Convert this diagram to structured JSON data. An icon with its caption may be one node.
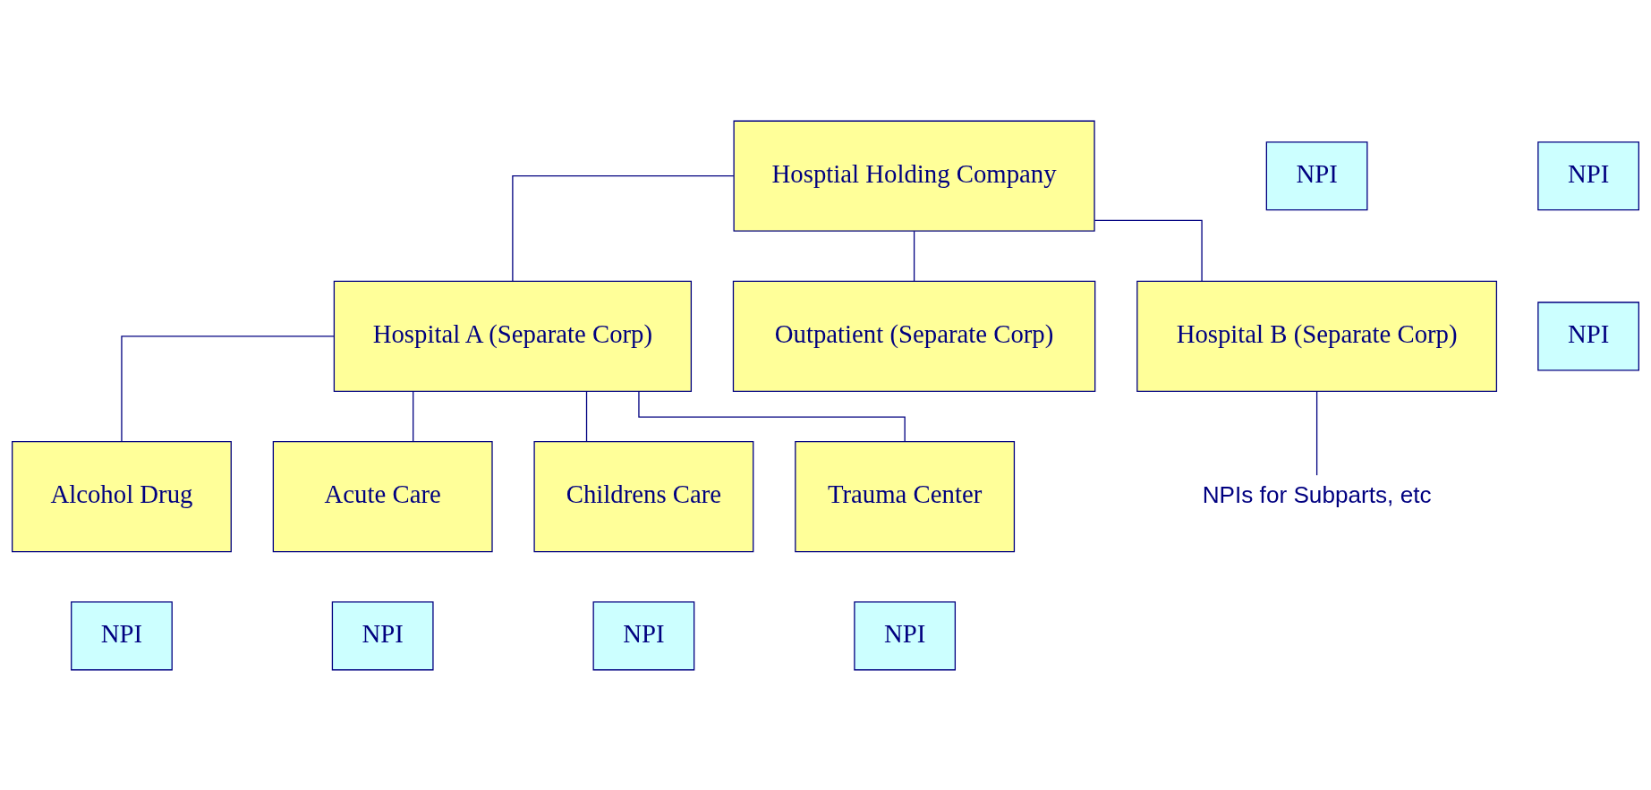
{
  "diagram": {
    "nodes": [
      {
        "text": [
          "Hosptial Holding Company"
        ]
      },
      {
        "text": [
          "NPI"
        ]
      },
      {
        "text": [
          "NPI"
        ]
      },
      {
        "text": [
          "Hospital A (Separate Corp)"
        ]
      },
      {
        "text": [
          "NPI"
        ]
      },
      {
        "text": [
          "Outpatient (Separate Corp)"
        ]
      },
      {
        "text": [
          "Hospital B (Separate Corp)"
        ]
      },
      {
        "text": [
          "Alcohol Drug"
        ]
      },
      {
        "text": [
          "Acute Care"
        ]
      },
      {
        "text": [
          "Childrens Care"
        ]
      },
      {
        "text": [
          "Trauma Center"
        ]
      },
      {
        "text": [
          "NPI"
        ]
      },
      {
        "text": [
          "NPI"
        ]
      },
      {
        "text": [
          "NPI"
        ]
      },
      {
        "text": [
          "NPI"
        ]
      },
      {
        "text": [
          "NPIs for Subparts, etc"
        ]
      }
    ],
    "edges": [
      {
        "from": 0,
        "to": 3,
        "arrow": "none"
      },
      {
        "from": 0,
        "to": 5,
        "arrow": "none"
      },
      {
        "from": 0,
        "to": 6,
        "arrow": "none"
      },
      {
        "from": 3,
        "to": 7,
        "arrow": "none"
      },
      {
        "from": 3,
        "to": 8,
        "arrow": "none"
      },
      {
        "from": 3,
        "to": 9,
        "arrow": "none"
      },
      {
        "from": 3,
        "to": 10,
        "arrow": "none"
      },
      {
        "from": 6,
        "to": 15,
        "arrow": "none"
      }
    ]
  }
}
